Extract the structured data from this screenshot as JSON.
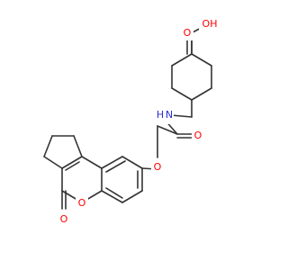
{
  "colors": {
    "bond": "#333333",
    "oxygen": "#ff0000",
    "nitrogen": "#2b2bd9"
  },
  "labels": {
    "oh": "OH",
    "o_acid": "O",
    "nh": "H",
    "n": "N",
    "o_amide": "O",
    "o_ether": "O",
    "o_ring": "O",
    "o_carbonyl": "O"
  }
}
